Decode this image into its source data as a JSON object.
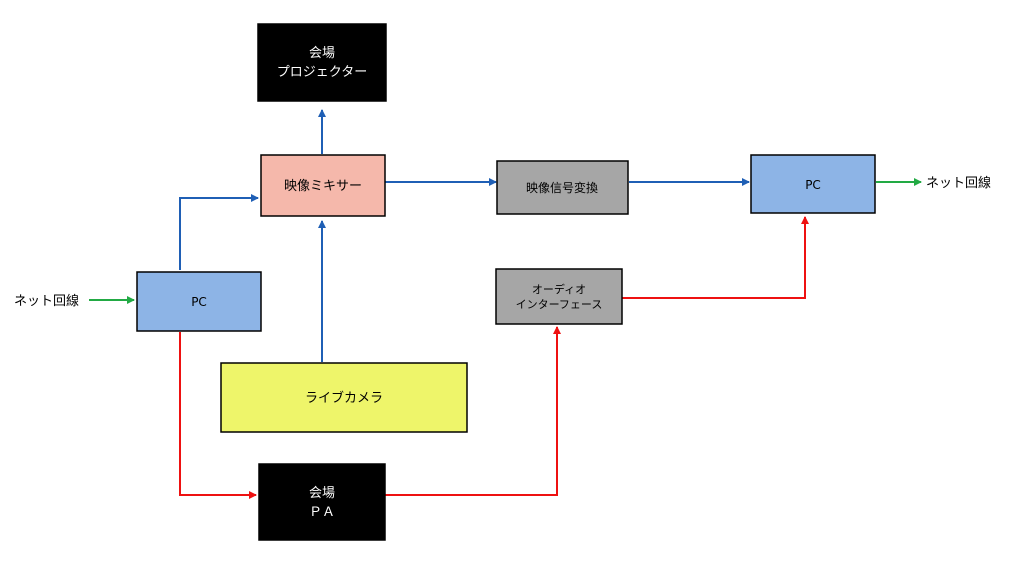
{
  "colors": {
    "blue": "#1f5fb5",
    "red": "#ee1111",
    "green": "#22aa44",
    "box_black": "#000000",
    "box_pink": "#f5b8ab",
    "box_gray": "#a6a6a6",
    "box_lightblue": "#8db4e6",
    "box_yellow": "#eef56a"
  },
  "nodes": {
    "projector": {
      "line1": "会場",
      "line2": "プロジェクター"
    },
    "mixer": {
      "label": "映像ミキサー"
    },
    "converter": {
      "label": "映像信号変換"
    },
    "pc_right": {
      "label": "PC"
    },
    "pc_left": {
      "label": "PC"
    },
    "audio_if": {
      "line1": "オーディオ",
      "line2": "インターフェース"
    },
    "camera": {
      "label": "ライブカメラ"
    },
    "pa": {
      "line1": "会場",
      "line2": "ＰＡ"
    }
  },
  "labels": {
    "net_left": "ネット回線",
    "net_right": "ネット回線"
  }
}
